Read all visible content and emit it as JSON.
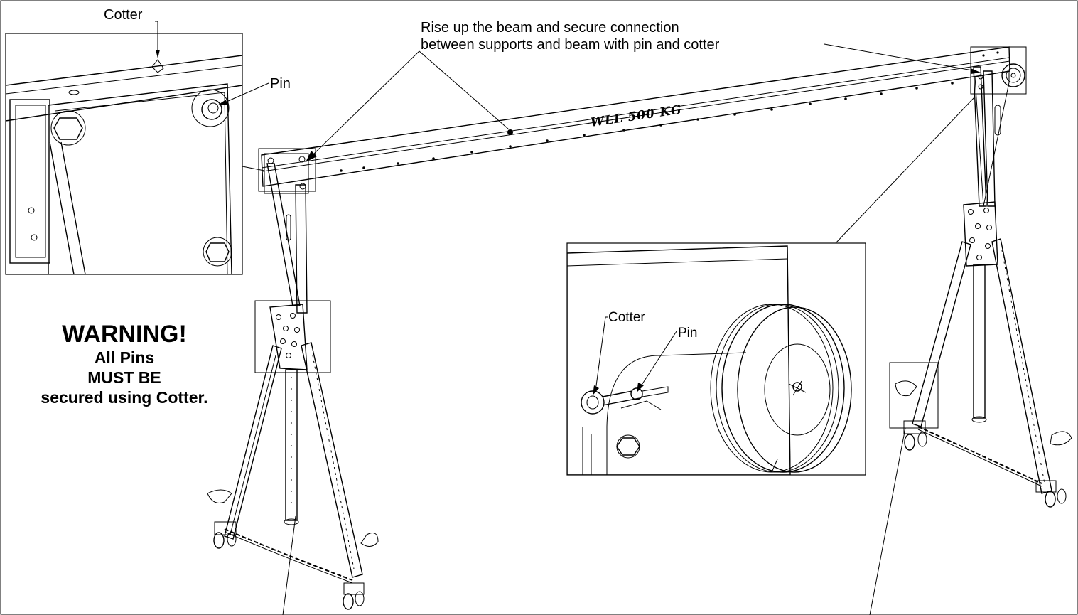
{
  "labels": {
    "cotter_top": "Cotter",
    "pin_top": "Pin",
    "instruction_line1": "Rise up the beam and secure connection",
    "instruction_line2": "between supports and beam with pin and cotter",
    "beam_marking": "WLL 500 KG",
    "cotter_detail": "Cotter",
    "pin_detail": "Pin"
  },
  "warning": {
    "title": "WARNING!",
    "line1": "All Pins",
    "line2": "MUST BE",
    "line3": "secured using Cotter."
  }
}
